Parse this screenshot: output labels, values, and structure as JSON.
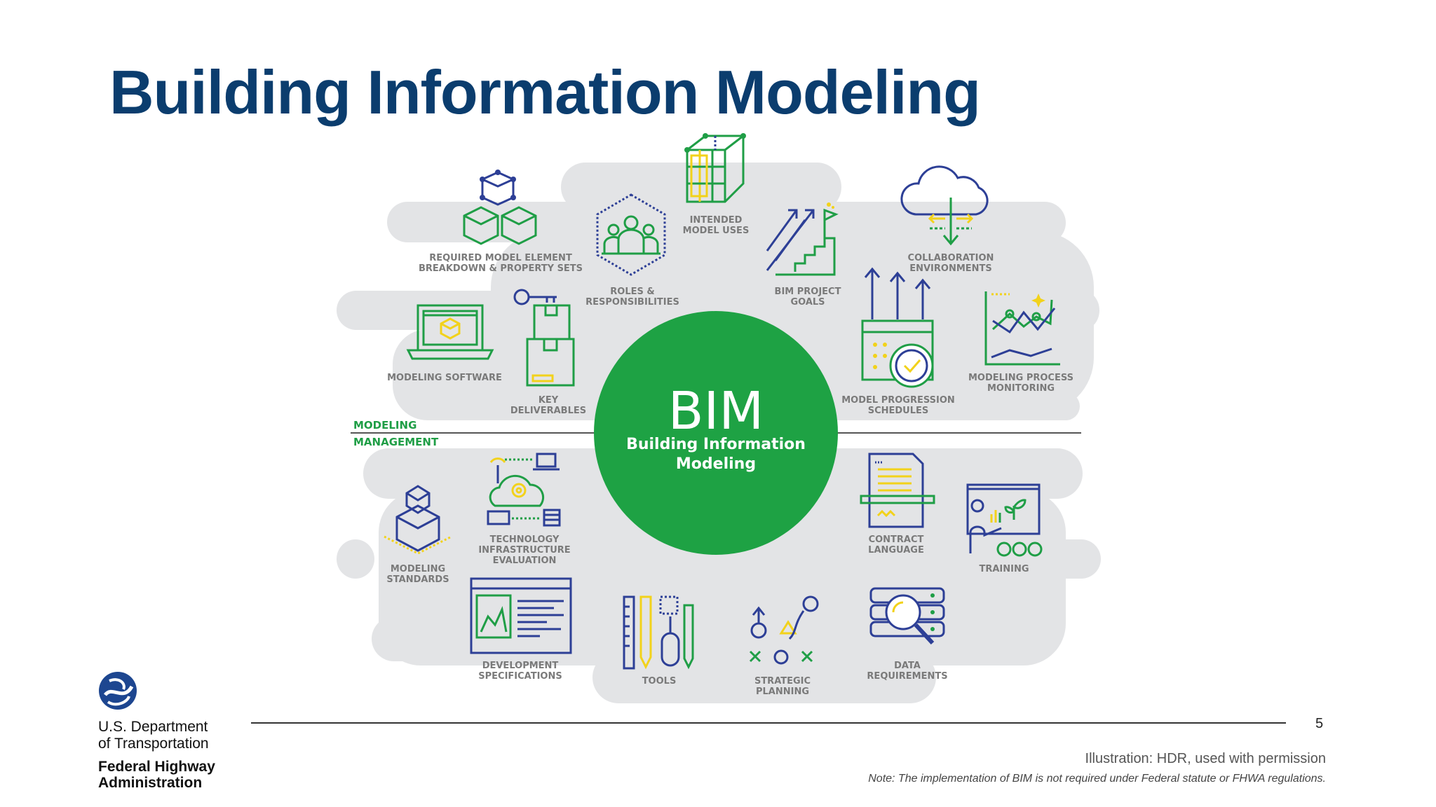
{
  "title": "Building Information Modeling",
  "center": {
    "big": "BIM",
    "line1": "Building Information",
    "line2": "Modeling"
  },
  "divider_label": {
    "line1": "MODELING",
    "line2": "MANAGEMENT"
  },
  "items": {
    "required_model_element": [
      "REQUIRED MODEL ELEMENT",
      "BREAKDOWN & PROPERTY SETS"
    ],
    "roles": [
      "ROLES &",
      "RESPONSIBILITIES"
    ],
    "intended_uses": [
      "INTENDED",
      "MODEL USES"
    ],
    "bim_goals": [
      "BIM PROJECT",
      "GOALS"
    ],
    "collaboration": [
      "COLLABORATION",
      "ENVIRONMENTS"
    ],
    "modeling_software": [
      "MODELING SOFTWARE"
    ],
    "key_deliverables": [
      "KEY",
      "DELIVERABLES"
    ],
    "progression_schedules": [
      "MODEL PROGRESSION",
      "SCHEDULES"
    ],
    "process_monitoring": [
      "MODELING PROCESS",
      "MONITORING"
    ],
    "modeling_standards": [
      "MODELING",
      "STANDARDS"
    ],
    "tech_infrastructure": [
      "TECHNOLOGY",
      "INFRASTRUCTURE",
      "EVALUATION"
    ],
    "contract_language": [
      "CONTRACT",
      "LANGUAGE"
    ],
    "training": [
      "TRAINING"
    ],
    "dev_specs": [
      "DEVELOPMENT",
      "SPECIFICATIONS"
    ],
    "tools": [
      "TOOLS"
    ],
    "strategic_planning": [
      "STRATEGIC",
      "PLANNING"
    ],
    "data_requirements": [
      "DATA",
      "REQUIREMENTS"
    ]
  },
  "footer": {
    "page_number": "5",
    "credit": "Illustration: HDR, used with permission",
    "note": "Note: The implementation of BIM is not required under Federal statute or FHWA regulations.",
    "agency_line1": "U.S. Department",
    "agency_line2": "of Transportation",
    "agency_line3": "Federal Highway",
    "agency_line4": "Administration"
  },
  "colors": {
    "navy": "#0b3d6e",
    "green": "#1f9e46",
    "blue_icon": "#2d3f96",
    "yellow_icon": "#f2d21b",
    "cloud": "#e3e4e6"
  }
}
